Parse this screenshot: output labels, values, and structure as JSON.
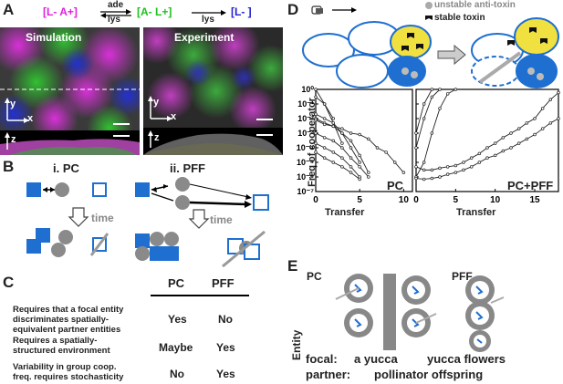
{
  "panels": {
    "a": "A",
    "b": "B",
    "c": "C",
    "d": "D",
    "e": "E"
  },
  "scheme": {
    "strain1": "[L- A+]",
    "strain2": "[A- L+]",
    "strain3": "[L- ]",
    "arrow1_top": "ade",
    "arrow1_bottom": "lys",
    "arrow2_bottom": "lys",
    "color1": "#e020e0",
    "color2": "#20c020",
    "color3": "#2020d0"
  },
  "microscopy": {
    "simulation": "Simulation",
    "experiment": "Experiment",
    "axis_y": "y",
    "axis_x": "x",
    "axis_z": "z"
  },
  "panel_b": {
    "pc_title": "i. PC",
    "pff_title": "ii. PFF",
    "time1": "time",
    "time2": "time"
  },
  "panel_c": {
    "col1": "PC",
    "col2": "PFF",
    "rows": [
      {
        "text": [
          "Requires that a focal entity",
          "discriminates spatially-",
          "equivalent partner entities"
        ],
        "pc": "Yes",
        "pff": "No"
      },
      {
        "text": [
          "Requires a spatially-",
          "structured environment"
        ],
        "pc": "Maybe",
        "pff": "Yes"
      },
      {
        "text": [
          "Variability in group coop.",
          "freq. requires stochasticity"
        ],
        "pc": "No",
        "pff": "Yes"
      }
    ]
  },
  "panel_d": {
    "legend_unstable": "unstable anti-toxin",
    "legend_stable": "stable toxin",
    "ylabel": "Freq of cooperator",
    "xlabel1": "Transfer",
    "xlabel2": "Transfer",
    "label1": "PC",
    "label2": "PC+PFF",
    "yticks": [
      "10⁰",
      "10⁻¹",
      "10⁻²",
      "10⁻³",
      "10⁻⁴",
      "10⁻⁵",
      "10⁻⁶",
      "10⁻⁷"
    ],
    "xticks1": [
      "0",
      "5",
      "10"
    ],
    "xticks2": [
      "0",
      "5",
      "10",
      "15"
    ]
  },
  "chart_data": [
    {
      "type": "line",
      "title": "PC",
      "xlabel": "Transfer",
      "ylabel": "Freq of cooperator",
      "xlim": [
        0,
        11
      ],
      "ylim_log10": [
        -7,
        0
      ],
      "yscale": "log",
      "series": [
        {
          "x": [
            0,
            1,
            2
          ],
          "y": [
            1,
            0.1,
            0.01
          ]
        },
        {
          "x": [
            0,
            1,
            2,
            3
          ],
          "y": [
            0.3,
            0.1,
            0.005,
            0.0002
          ]
        },
        {
          "x": [
            0,
            1,
            2,
            3,
            4,
            5
          ],
          "y": [
            0.02,
            0.01,
            0.005,
            0.001,
            0.0001,
            1e-05
          ]
        },
        {
          "x": [
            0,
            1,
            2,
            3,
            4,
            5,
            6
          ],
          "y": [
            0.01,
            0.005,
            0.003,
            0.001,
            0.0003,
            3e-05,
            2e-06
          ]
        },
        {
          "x": [
            0,
            1,
            2,
            3,
            4,
            5,
            6,
            7,
            8,
            9,
            10
          ],
          "y": [
            0.008,
            0.004,
            0.003,
            0.002,
            0.001,
            0.0008,
            0.0004,
            0.0001,
            5e-05,
            1e-05,
            2e-06
          ]
        },
        {
          "x": [
            0,
            1,
            2,
            3,
            4,
            5,
            6
          ],
          "y": [
            0.001,
            0.0005,
            0.0003,
            0.0001,
            2e-05,
            5e-06,
            1e-06
          ]
        },
        {
          "x": [
            0,
            1,
            2,
            3,
            4,
            5
          ],
          "y": [
            0.0002,
            0.0001,
            5e-05,
            2e-05,
            5e-06,
            1e-06
          ]
        },
        {
          "x": [
            0,
            1,
            2,
            3,
            4,
            5
          ],
          "y": [
            5e-05,
            2e-05,
            1e-05,
            5e-06,
            2e-06,
            7e-07
          ]
        }
      ]
    },
    {
      "type": "line",
      "title": "PC+PFF",
      "xlabel": "Transfer",
      "ylabel": "Freq of cooperator",
      "xlim": [
        0,
        18
      ],
      "ylim_log10": [
        -7,
        0
      ],
      "yscale": "log",
      "series": [
        {
          "x": [
            0,
            1,
            2
          ],
          "y": [
            0.001,
            0.1,
            1
          ]
        },
        {
          "x": [
            0,
            1,
            2,
            3
          ],
          "y": [
            0.0001,
            0.01,
            0.3,
            1
          ]
        },
        {
          "x": [
            0,
            1,
            2,
            3,
            4,
            5
          ],
          "y": [
            1e-06,
            1e-05,
            0.001,
            0.05,
            0.5,
            1
          ]
        },
        {
          "x": [
            0,
            1,
            2,
            3,
            4,
            5,
            6,
            7,
            8,
            9,
            10,
            11,
            12,
            13,
            14,
            15,
            16,
            17,
            18
          ],
          "y": [
            5e-06,
            3e-06,
            3e-06,
            4e-06,
            5e-06,
            6e-06,
            1e-05,
            2e-05,
            4e-05,
            0.0001,
            0.0002,
            0.0005,
            0.001,
            0.002,
            0.005,
            0.01,
            0.05,
            0.2,
            0.6
          ]
        },
        {
          "x": [
            0,
            1,
            2,
            3,
            4,
            5,
            6,
            7,
            8,
            9,
            10,
            11,
            12,
            13,
            14,
            15,
            16,
            17,
            18
          ],
          "y": [
            8e-07,
            7e-07,
            8e-07,
            1e-06,
            1.5e-06,
            2e-06,
            3e-06,
            5e-06,
            1e-05,
            2e-05,
            3e-05,
            6e-05,
            0.0001,
            0.0002,
            0.0004,
            0.0008,
            0.002,
            0.005,
            0.01
          ]
        }
      ]
    }
  ],
  "panel_e": {
    "pc_title": "PC",
    "pff_title": "PFF",
    "entity": "Entity",
    "focal_label": "focal:",
    "focal_value": "a yucca",
    "focal_value2": "yucca flowers",
    "partner_label": "partner:",
    "partner_value": "pollinator offspring"
  }
}
